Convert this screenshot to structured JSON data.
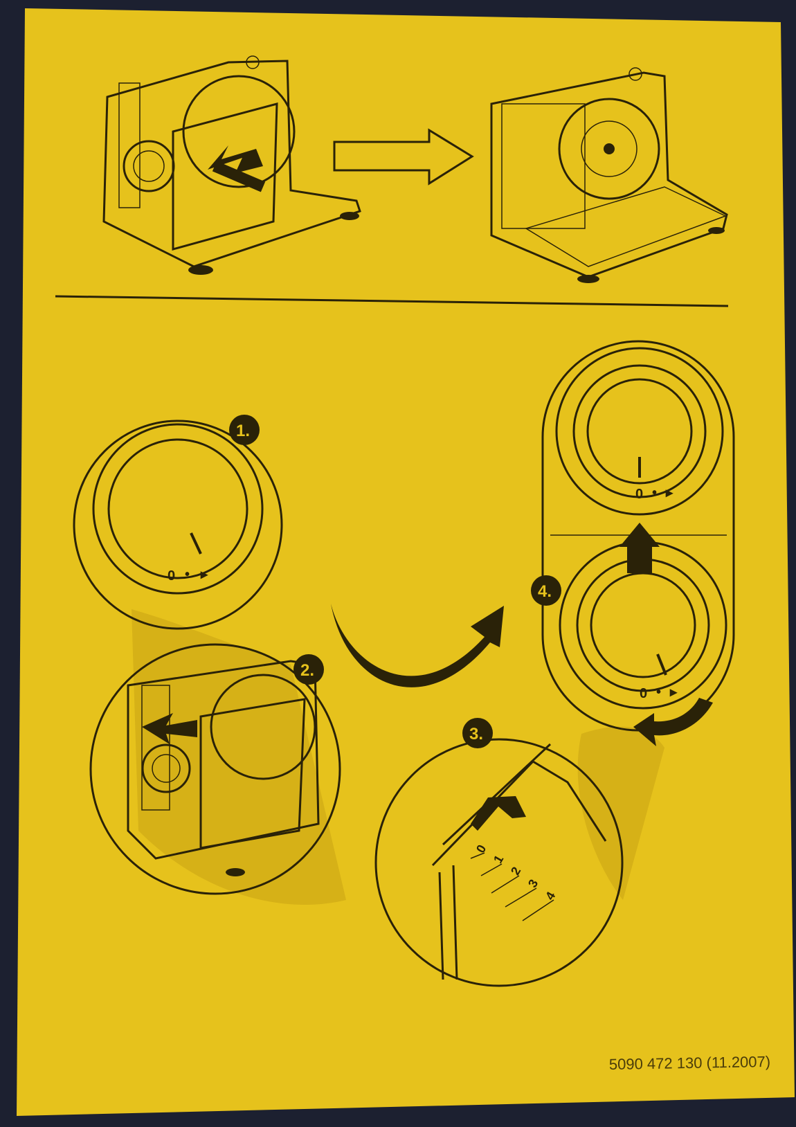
{
  "steps": {
    "step1": "1.",
    "step2": "2.",
    "step3": "3.",
    "step4": "4."
  },
  "dial": {
    "zero_label": "0",
    "dot": "•",
    "arrow": "▸"
  },
  "thickness_scale": [
    "0",
    "1",
    "2",
    "3",
    "4"
  ],
  "footer": {
    "document_code": "5090 472 130 (11.2007)"
  },
  "colors": {
    "paper": "#e6c21c",
    "ink": "#2a2208",
    "background": "#1c2030"
  }
}
